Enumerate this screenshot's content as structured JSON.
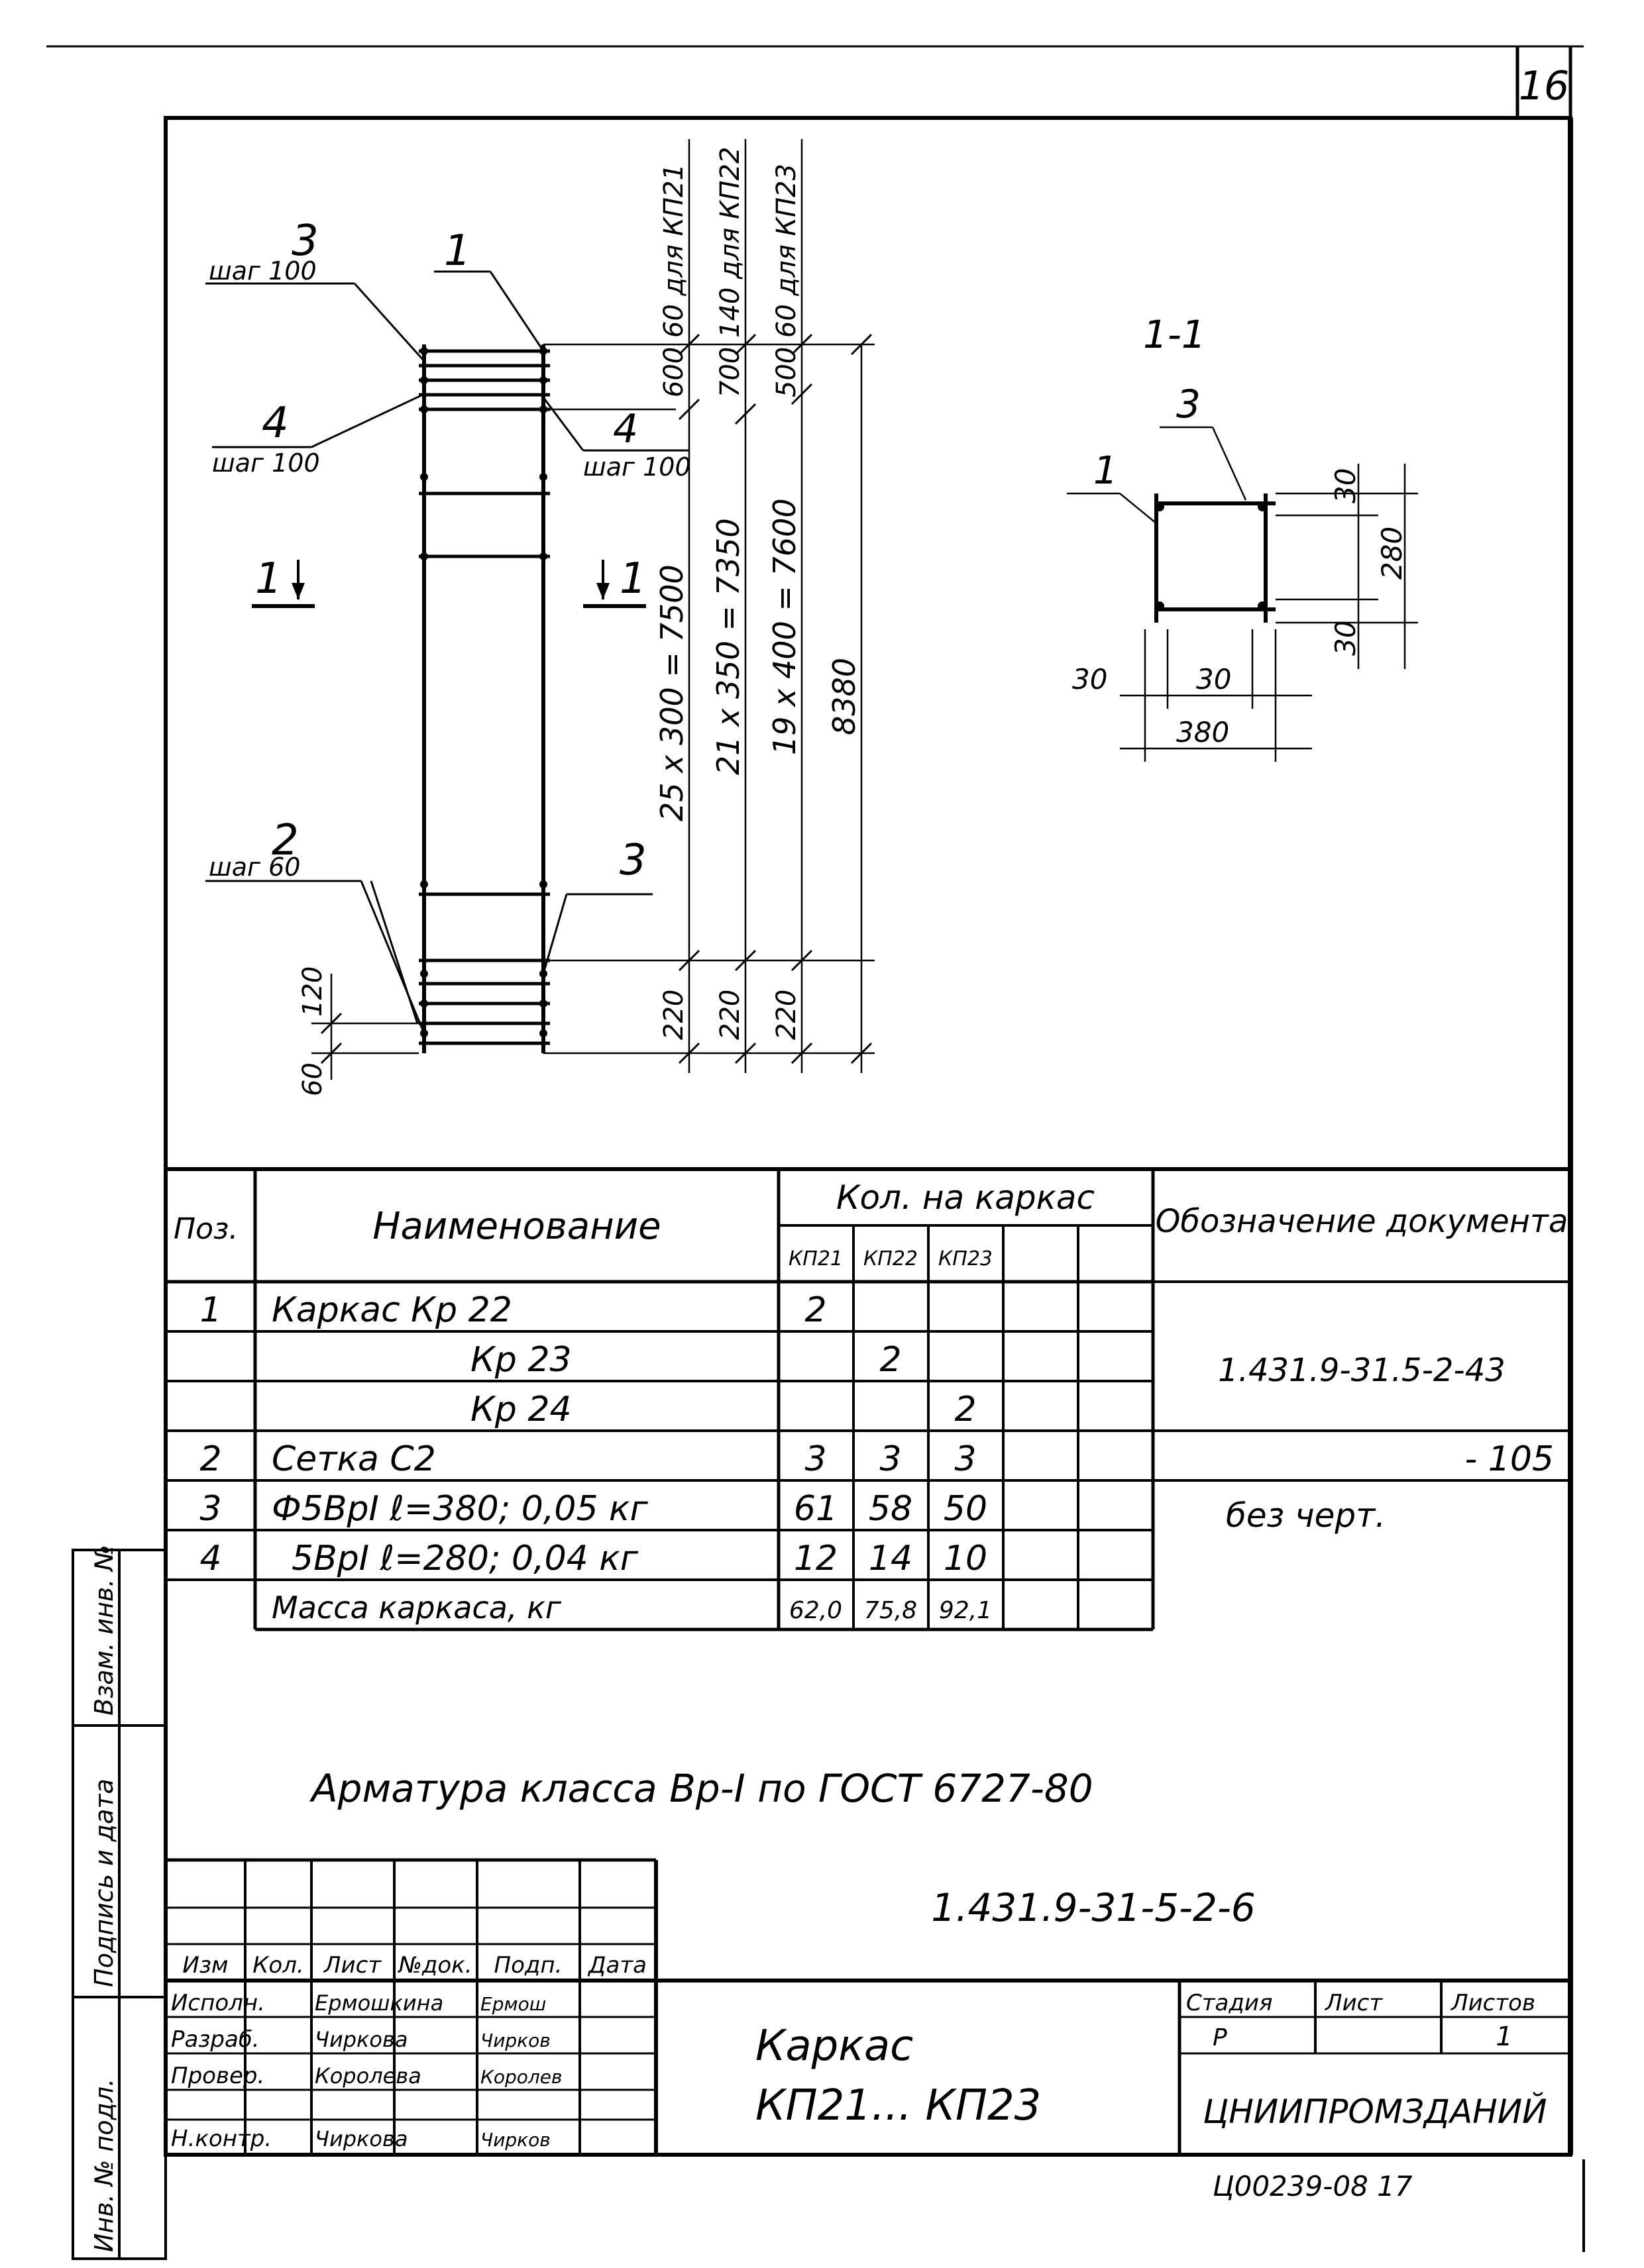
{
  "sheet_number": "16",
  "drawing": {
    "callouts": {
      "p3_top": "3",
      "p3_top_step": "шаг 100",
      "p1_top": "1",
      "p4_left": "4",
      "p4_left_step": "шаг 100",
      "p4_right": "4",
      "p4_right_step": "шаг 100",
      "p2": "2",
      "p2_step": "шаг 60",
      "p3_bottom": "3"
    },
    "cut_marks": {
      "left": "1",
      "right": "1"
    },
    "dims_top": {
      "c1_step": "600",
      "c1_end": "60 для КП21",
      "c2_step": "700",
      "c2_end": "140 для КП22",
      "c3_step": "500",
      "c3_end": "60 для КП23"
    },
    "dims_mid": {
      "c1": "25 x 300 = 7500",
      "c2": "21 x 350 = 7350",
      "c3": "19 x 400 = 7600",
      "c4": "8380"
    },
    "dims_bottom": {
      "c1": "220",
      "c2": "220",
      "c3": "220"
    },
    "dims_left": {
      "a": "60",
      "b": "120"
    },
    "section": {
      "title": "1-1",
      "p1": "1",
      "p3": "3",
      "right_top": "30",
      "right_mid": "280",
      "right_bot": "30",
      "bottom_left": "30",
      "bottom_mid": "30",
      "bottom_total": "380"
    }
  },
  "table": {
    "headers": {
      "pos": "Поз.",
      "name": "Наименование",
      "qty": "Кол. на каркас",
      "doc": "Обозначение документа",
      "sub": [
        "КП21",
        "КП22",
        "КП23",
        "",
        ""
      ]
    },
    "rows": [
      {
        "pos": "1",
        "name": "Каркас  Кр 22",
        "q1": "2",
        "q2": "",
        "q3": ""
      },
      {
        "pos": "",
        "name": "Кр 23",
        "q1": "",
        "q2": "2",
        "q3": ""
      },
      {
        "pos": "",
        "name": "Кр 24",
        "q1": "",
        "q2": "",
        "q3": "2"
      },
      {
        "pos": "2",
        "name": "Сетка  С2",
        "q1": "3",
        "q2": "3",
        "q3": "3"
      },
      {
        "pos": "3",
        "name": "Ф5ВрI  ℓ=380; 0,05 кг",
        "q1": "61",
        "q2": "58",
        "q3": "50"
      },
      {
        "pos": "4",
        "name": "5ВрI  ℓ=280; 0,04 кг",
        "q1": "12",
        "q2": "14",
        "q3": "10"
      },
      {
        "pos": "",
        "name": "Масса каркаса, кг",
        "q1": "62,0",
        "q2": "75,8",
        "q3": "92,1"
      }
    ],
    "doc_values": {
      "kr": "1.431.9-31.5-2-43",
      "setka": "- 105",
      "bez": "без  черт."
    }
  },
  "note": "Арматура класса Вр-I по ГОСТ 6727-80",
  "title_block": {
    "code": "1.431.9-31-5-2-6",
    "headers": [
      "Изм",
      "Кол.",
      "Лист",
      "№док.",
      "Подп.",
      "Дата"
    ],
    "people": [
      {
        "role": "Исполн.",
        "name": "Ермошкина",
        "sign": "Ермош"
      },
      {
        "role": "Разраб.",
        "name": "Чиркова",
        "sign": "Чирков"
      },
      {
        "role": "Провер.",
        "name": "Королева",
        "sign": "Королев"
      },
      {
        "role": "Н.контр.",
        "name": "Чиркова",
        "sign": "Чирков"
      }
    ],
    "title_line1": "Каркас",
    "title_line2": "КП21... КП23",
    "stage_label": "Стадия",
    "sheet_label": "Лист",
    "sheets_label": "Листов",
    "stage": "Р",
    "sheet": "",
    "sheets": "1",
    "org": "ЦНИИПРОМЗДАНИЙ"
  },
  "side_stamp": {
    "inv": "Инв. № подл.",
    "sign_date": "Подпись и дата",
    "vzam": "Взам. инв. №"
  },
  "footer_code": "Ц00239-08  17"
}
